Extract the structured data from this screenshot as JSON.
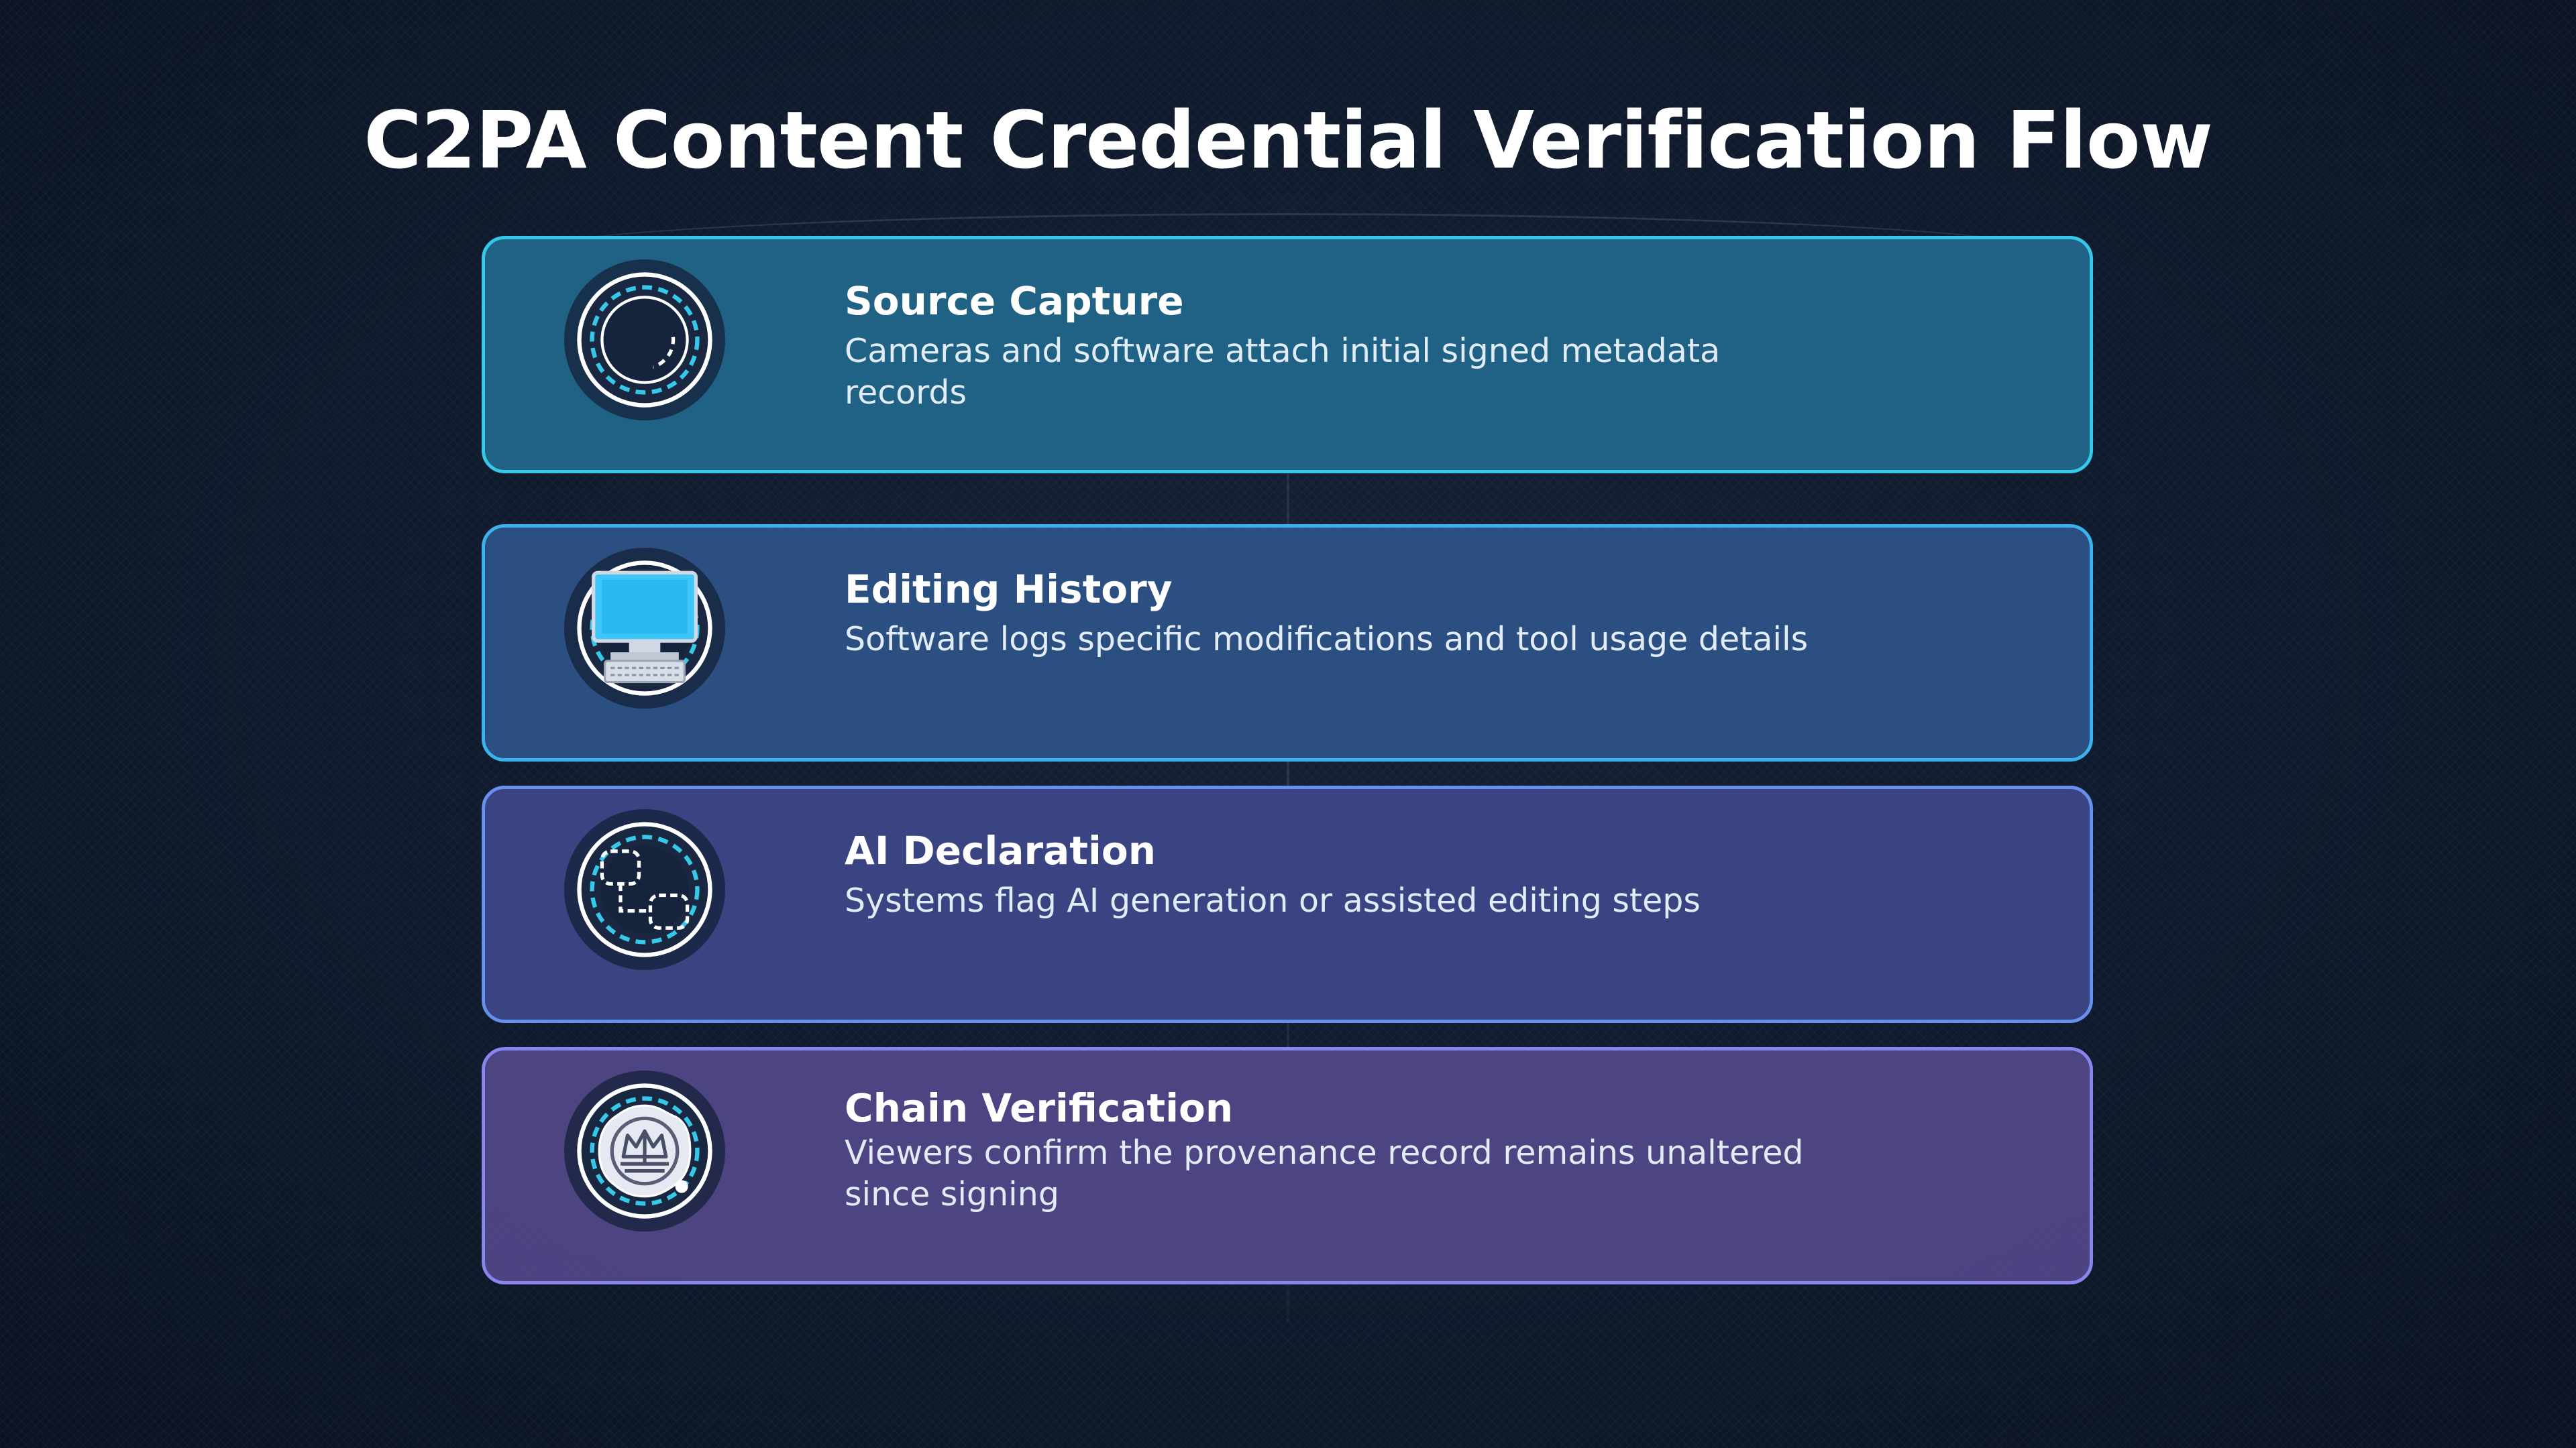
{
  "title": "C2PA Content Credential Verification Flow",
  "steps": [
    {
      "title": "Source Capture",
      "description": "Cameras and software attach initial signed metadata records",
      "icon": "circle-dashed-icon"
    },
    {
      "title": "Editing History",
      "description": "Software logs specific modifications and tool usage details",
      "icon": "computer-monitor-icon"
    },
    {
      "title": "AI Declaration",
      "description": "Systems flag AI generation or assisted editing steps",
      "icon": "flow-nodes-icon"
    },
    {
      "title": "Chain Verification",
      "description": "Viewers confirm the provenance record remains unaltered since signing",
      "icon": "seal-icon"
    }
  ],
  "colors": {
    "background": "#0f1a2c",
    "card1": "#22688c",
    "card2": "#2e5488",
    "card3": "#3e488a",
    "card4": "#52488a",
    "accent": "#36c8e8"
  }
}
